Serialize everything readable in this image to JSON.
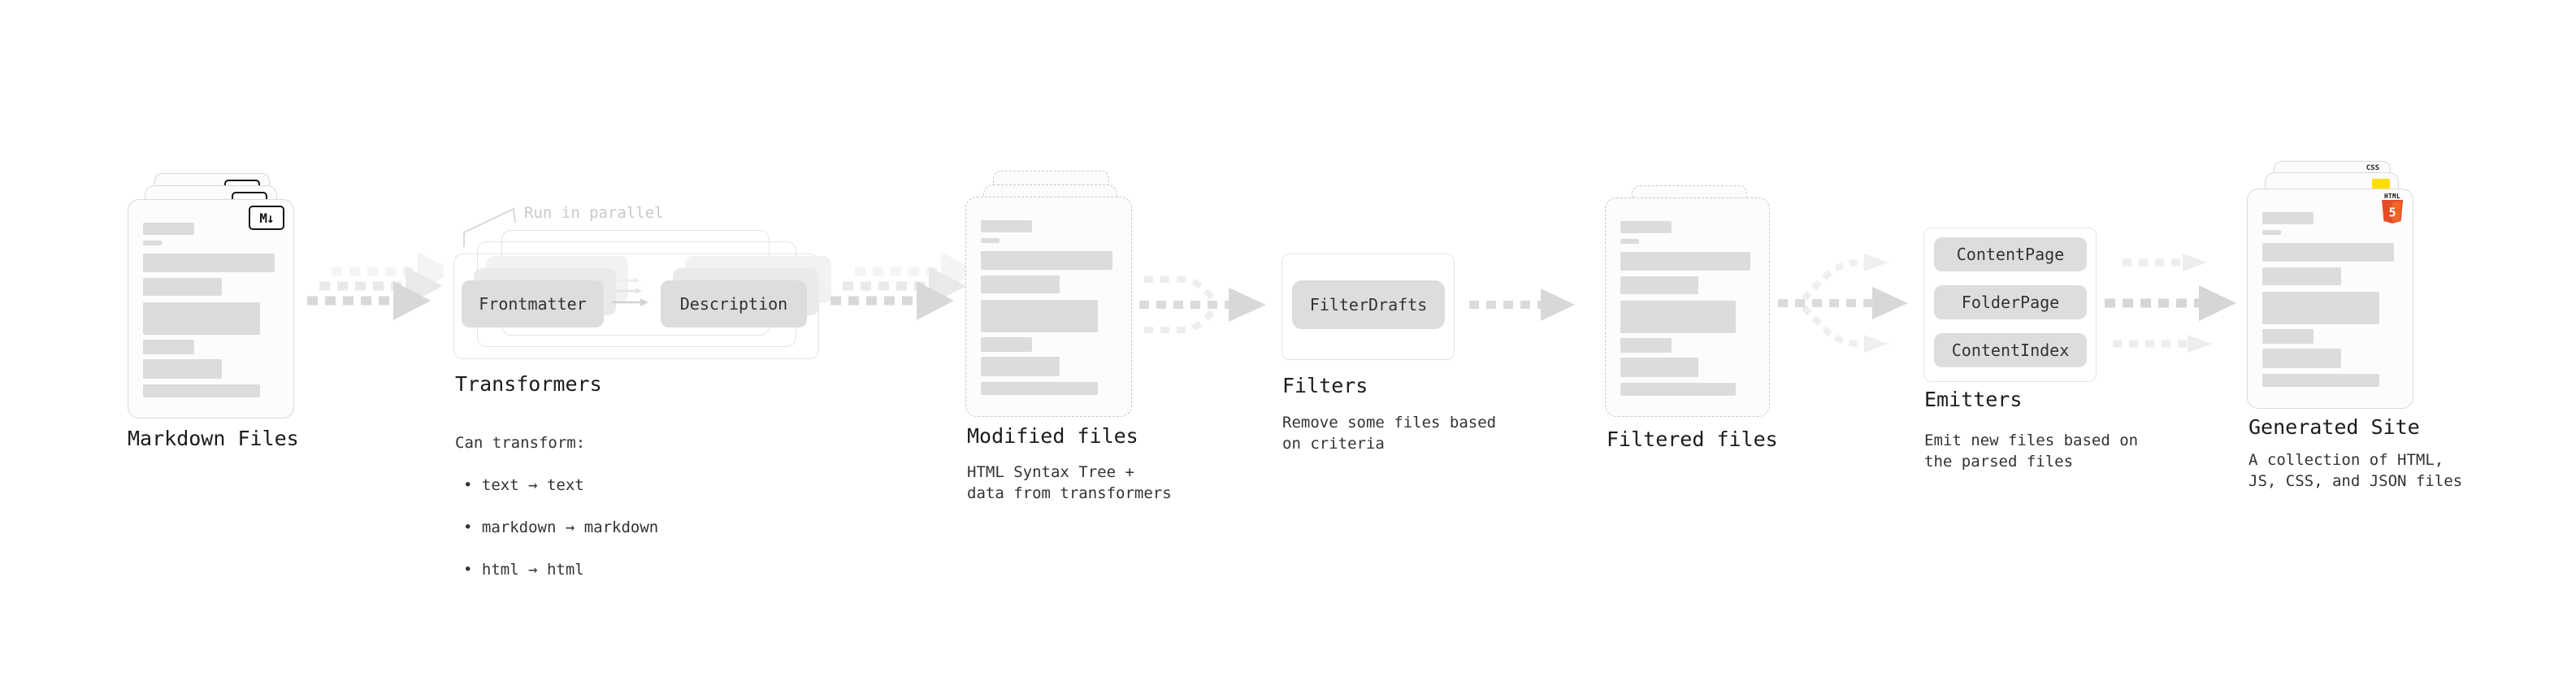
{
  "sections": {
    "markdown_files": {
      "title": "Markdown Files",
      "file_badge": "M↓"
    },
    "transformers": {
      "title": "Transformers",
      "annotation": "Run in parallel",
      "pills": [
        "Frontmatter",
        "Description"
      ],
      "note_title": "Can transform:",
      "bullets": [
        "• text → text",
        "• markdown → markdown",
        "• html → html"
      ]
    },
    "modified_files": {
      "title": "Modified files",
      "note": "HTML Syntax Tree +\ndata from transformers"
    },
    "filters": {
      "title": "Filters",
      "pills": [
        "FilterDrafts"
      ],
      "note": "Remove some files based\non criteria"
    },
    "filtered_files": {
      "title": "Filtered files"
    },
    "emitters": {
      "title": "Emitters",
      "pills": [
        "ContentPage",
        "FolderPage",
        "ContentIndex"
      ],
      "note": "Emit new files based on\nthe parsed files"
    },
    "generated_site": {
      "title": "Generated Site",
      "note": "A collection of HTML,\nJS, CSS, and JSON files",
      "badges": {
        "css": "CSS",
        "html": "HTML",
        "html_version": "5"
      }
    }
  },
  "colors": {
    "css_blue": "#2B62E9",
    "js_yellow": "#FFDE00",
    "html_orange": "#E44D26",
    "html_orange_light": "#F16529",
    "skeleton_gray": "#dcdcdc",
    "pill_gray": "#dddddd"
  }
}
